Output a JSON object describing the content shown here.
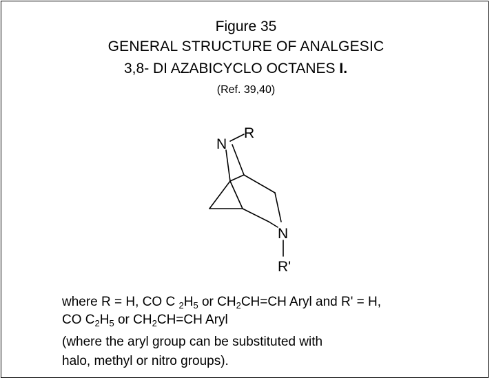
{
  "figure": {
    "title": "Figure 35",
    "subtitle": "GENERAL STRUCTURE  OF ANALGESIC",
    "subtitle2_main": "3,8- DI AZABICYCLO   OCTANES  ",
    "subtitle2_bold": "I.",
    "reference": "(Ref. 39,40)"
  },
  "structure": {
    "atom_n_top": "N",
    "atom_r": "R",
    "atom_n_bottom": "N",
    "atom_r_prime": "R'"
  },
  "description": {
    "line1": {
      "a": "where R = H,  CO C ",
      "a_sub": "2",
      "b": "H",
      "b_sub": "5",
      "c": " or CH",
      "c_sub": "2",
      "d": "CH=CH Aryl and R' = H,"
    },
    "line2": {
      "a": "CO C",
      "a_sub": "2",
      "b": "H",
      "b_sub": "5",
      "c": " or CH",
      "c_sub": "2",
      "d": "CH=CH Aryl"
    },
    "line3": "(where the aryl group can be substituted with",
    "line4": " halo, methyl or nitro groups)."
  }
}
